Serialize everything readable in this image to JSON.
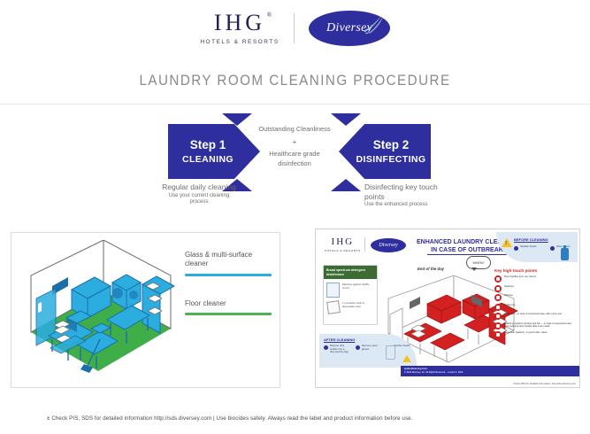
{
  "header": {
    "ihg_word": "IHG",
    "ihg_trademark": "®",
    "ihg_sub": "HOTELS & RESORTS",
    "diversey": "Diversey",
    "title": "LAUNDRY ROOM CLEANING PROCEDURE"
  },
  "steps": {
    "step1": {
      "title": "Step 1",
      "subtitle": "CLEANING",
      "caption": "Regular daily cleaning",
      "caption_sub": "Use your current cleaning process"
    },
    "middle": {
      "line1": "Outstanding Cleanliness",
      "plus": "+",
      "line2": "Healthcare grade",
      "line3": "disinfection"
    },
    "step2": {
      "title": "Step 2",
      "subtitle": "DISINFECTING",
      "caption": "Disinfecting key touch points",
      "caption_sub": "Use the enhanced process"
    }
  },
  "left_panel": {
    "legend": [
      {
        "label": "Glass & multi-surface cleaner",
        "color": "#2BADE0"
      },
      {
        "label": "Floor cleaner",
        "color": "#4FB14F"
      }
    ]
  },
  "poster": {
    "ihg_word": "IHG",
    "ihg_sub": "HOTELS & RESORTS",
    "diversey": "Diversey",
    "title_line1": "ENHANCED LAUNDRY CLEANING",
    "title_line2": "IN CASE OF OUTBREAK",
    "when_bubble": "WHEN?",
    "end_of_day": "End of the day",
    "green_box": {
      "header": "Broad spectrum detergent disinfectant",
      "item1": "Effective against SARS-CoV-2",
      "item2": "1 microfiber cloth or disposable cloth"
    },
    "before_cleaning": {
      "title": "BEFORE CLEANING",
      "item1": "Sanitise hands",
      "item2": "Wear gloves"
    },
    "after_cleaning": {
      "title": "AFTER CLEANING",
      "item1": "Dispose dirty textiles into a dirty laundry bag",
      "item2": "Remove used gloves",
      "item3": "Sanitise hands"
    },
    "key_points_title": "Key high touch points",
    "key_points": [
      "Door handles (incl. any doors)",
      "Switches",
      "Shelves",
      "Tables top",
      "Linen cart + in case of suspected case, after every use",
      "Washing machine window and bar — in case of suspected case, door seal and door handle after every wash",
      "Dispenser (washer), in good order, clean"
    ],
    "footer_bar_line1": "www.diversey.com",
    "footer_bar_line2": "© 2020 Diversey, Inc. All Rights Reserved. - version 4, 2020",
    "footer_note": "Check SDS for detailed information: http://sds.diversey.com"
  },
  "footnote": "± Check PIS, SDS for detailed information http://sds.diversey.com | Use biocides safely. Always read the label and product information before use.",
  "colors": {
    "brand_blue": "#2E2E9E",
    "title_gray": "#8A8A8A",
    "cyan": "#2BADE0",
    "green": "#4FB14F",
    "poster_red": "#D32020",
    "poster_green": "#3C6B33"
  }
}
